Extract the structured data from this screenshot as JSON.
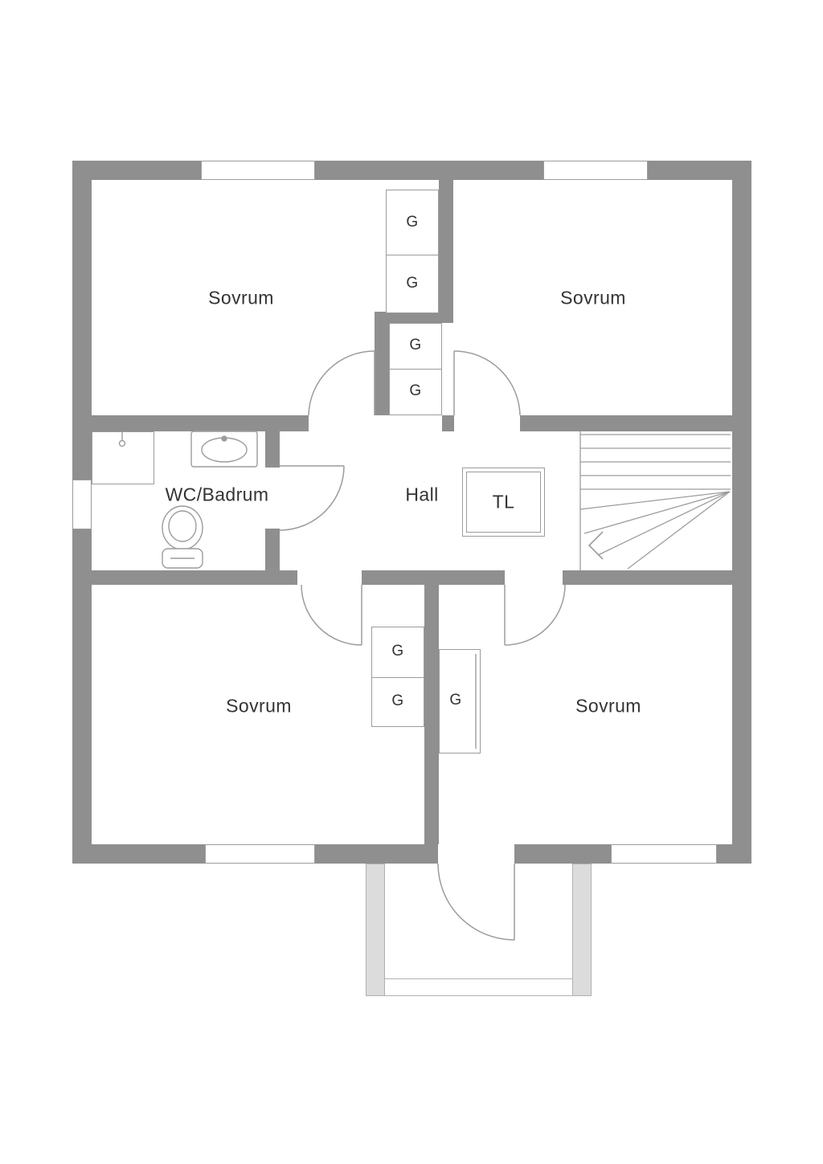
{
  "colors": {
    "wall": "#8f8f8f",
    "line": "#9c9c9c",
    "light_wall": "#dcdcdc",
    "text": "#333333"
  },
  "rooms": {
    "sovrum_top_left": "Sovrum",
    "sovrum_top_right": "Sovrum",
    "wc_badrum": "WC/Badrum",
    "hall": "Hall",
    "sovrum_bottom_left": "Sovrum",
    "sovrum_bottom_right": "Sovrum"
  },
  "labels": {
    "tl": "TL"
  },
  "closets": {
    "labels": [
      "G",
      "G",
      "G",
      "G",
      "G",
      "G",
      "G"
    ]
  }
}
